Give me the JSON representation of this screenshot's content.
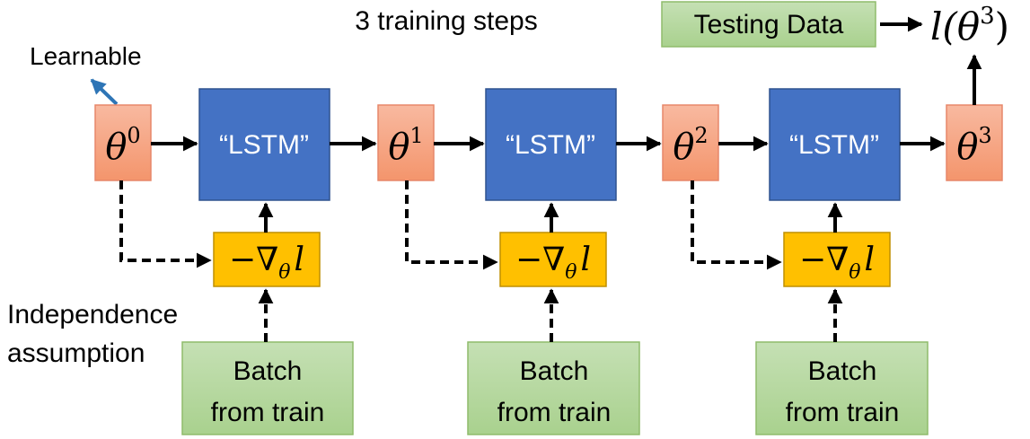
{
  "title": "3 training steps",
  "learnable_label": "Learnable",
  "independence_label": {
    "line1": "Independence",
    "line2": "assumption"
  },
  "testing_data_label": "Testing Data",
  "loss_output": {
    "func": "l(",
    "theta": "θ",
    "sup": "3",
    "close": ")"
  },
  "theta_nodes": [
    {
      "symbol": "θ",
      "sup": "0"
    },
    {
      "symbol": "θ",
      "sup": "1"
    },
    {
      "symbol": "θ",
      "sup": "2"
    },
    {
      "symbol": "θ",
      "sup": "3"
    }
  ],
  "lstm_blocks": [
    {
      "label": "“LSTM”"
    },
    {
      "label": "“LSTM”"
    },
    {
      "label": "“LSTM”"
    }
  ],
  "gradient_blocks": [
    {
      "minus": "−∇",
      "sub": "θ",
      "l": "l"
    },
    {
      "minus": "−∇",
      "sub": "θ",
      "l": "l"
    },
    {
      "minus": "−∇",
      "sub": "θ",
      "l": "l"
    }
  ],
  "batch_blocks": [
    {
      "line1": "Batch",
      "line2": "from train"
    },
    {
      "line1": "Batch",
      "line2": "from train"
    },
    {
      "line1": "Batch",
      "line2": "from train"
    }
  ],
  "colors": {
    "theta_fill_top": "#f8b9a0",
    "theta_fill_bottom": "#f4956c",
    "theta_stroke": "#e7876a",
    "lstm_fill": "#4472c4",
    "lstm_stroke": "#2f528f",
    "gradient_fill": "#ffc000",
    "gradient_stroke": "#bf8f00",
    "batch_fill_top": "#c5e0b4",
    "batch_fill_bottom": "#a9d18e",
    "batch_stroke": "#8fbc6b",
    "learnable_arrow": "#2e75b6"
  }
}
